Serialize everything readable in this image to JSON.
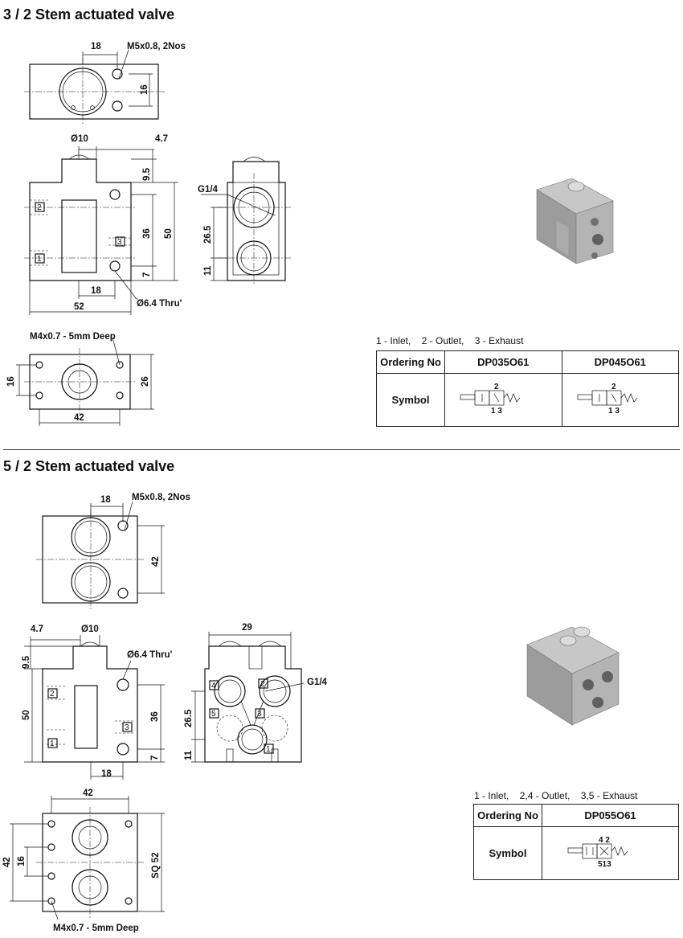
{
  "section1": {
    "title": "3 / 2 Stem actuated valve",
    "dims": {
      "top_width": "18",
      "top_thread": "M5x0.8, 2Nos",
      "top_height": "16",
      "stem_dia": "Ø10",
      "stem_offset": "4.7",
      "stem_height": "9.5",
      "v36": "36",
      "v50": "50",
      "v7": "7",
      "b18": "18",
      "w52": "52",
      "thru": "Ø6.4 Thru'",
      "g14": "G1/4",
      "d265": "26.5",
      "d11": "11",
      "bot_thread": "M4x0.7 - 5mm Deep",
      "bot16": "16",
      "bot26": "26",
      "bot42": "42"
    },
    "ports": [
      "1",
      "2",
      "3"
    ],
    "legend": {
      "inlet": "1 - Inlet,",
      "outlet": "2 - Outlet,",
      "exhaust": "3 - Exhaust"
    },
    "table": {
      "header": "Ordering No",
      "row": "Symbol",
      "models": [
        "DP035O61",
        "DP045O61"
      ],
      "sym_labels": {
        "top": "2",
        "bottom": "1 3"
      }
    }
  },
  "section2": {
    "title": "5 / 2 Stem actuated valve",
    "dims": {
      "top_width": "18",
      "top_thread": "M5x0.8, 2Nos",
      "top_height": "42",
      "stem_offset": "4.7",
      "stem_dia": "Ø10",
      "stem_height": "9.5",
      "thru": "Ø6.4 Thru'",
      "v50": "50",
      "v36": "36",
      "v7": "7",
      "b18": "18",
      "w29": "29",
      "g14": "G1/4",
      "d265": "26.5",
      "d11": "11",
      "bot42": "42",
      "bot42v": "42",
      "bot16": "16",
      "sq52": "SQ 52",
      "bot_thread": "M4x0.7 - 5mm Deep"
    },
    "ports": [
      "1",
      "2",
      "3",
      "4",
      "5"
    ],
    "legend": {
      "inlet": "1 - Inlet,",
      "outlet": "2,4 - Outlet,",
      "exhaust": "3,5 - Exhaust"
    },
    "table": {
      "header": "Ordering No",
      "row": "Symbol",
      "models": [
        "DP055O61"
      ],
      "sym_labels": {
        "top": "4 2",
        "bottom": "513"
      }
    }
  }
}
